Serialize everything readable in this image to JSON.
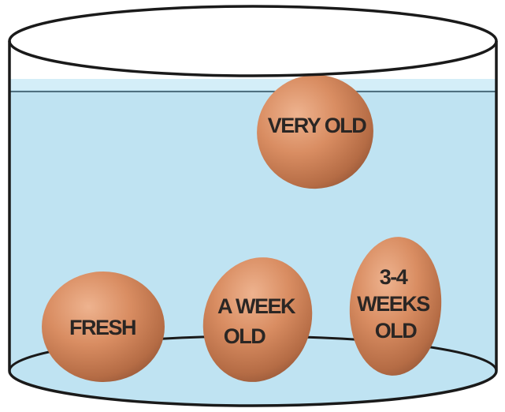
{
  "colors": {
    "water": "#bfe3f2",
    "water_surface": "#d4eef8",
    "outline": "#1a1a1a",
    "egg_light": "#e6a47e",
    "egg_mid": "#cc8156",
    "egg_dark": "#9a5a3a",
    "text": "#2a2624"
  },
  "eggs": [
    {
      "id": "very-old",
      "lines": [
        "VERY OLD"
      ]
    },
    {
      "id": "fresh",
      "lines": [
        "FRESH"
      ]
    },
    {
      "id": "a-week-old",
      "lines": [
        "A WEEK",
        "OLD"
      ]
    },
    {
      "id": "3-4-weeks-old",
      "lines": [
        "3-4",
        "WEEKS",
        "OLD"
      ]
    }
  ]
}
